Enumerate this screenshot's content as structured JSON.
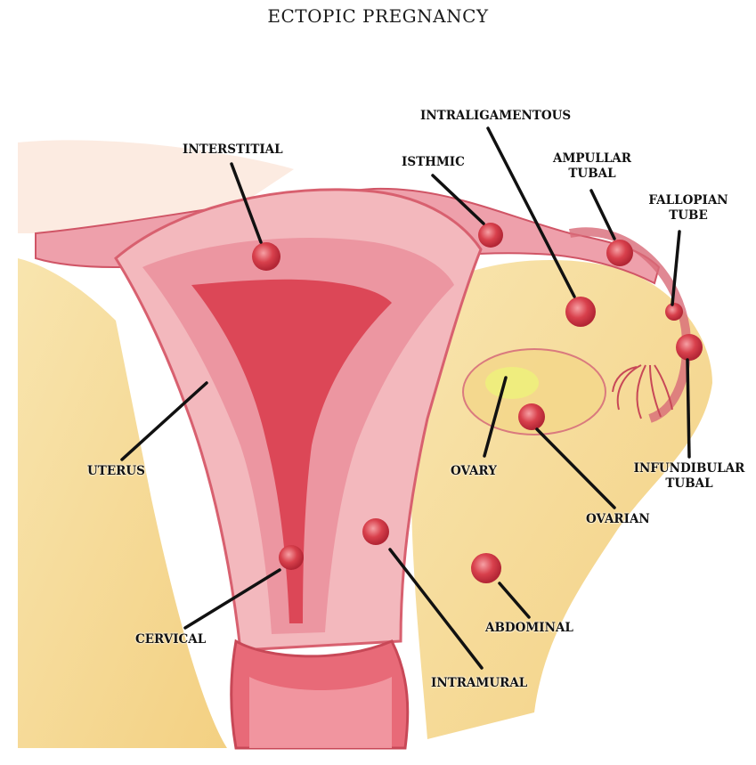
{
  "title": "ECTOPIC PREGNANCY",
  "labels": {
    "interstitial": "INTERSTITIAL",
    "isthmic": "ISTHMIC",
    "intraligamentous": "INTRALIGAMENTOUS",
    "ampullar_line1": "AMPULLAR",
    "ampullar_line2": "TUBAL",
    "fallopian_line1": "FALLOPIAN",
    "fallopian_line2": "TUBE",
    "uterus": "UTERUS",
    "ovary": "OVARY",
    "infundibular_line1": "INFUNDIBULAR",
    "infundibular_line2": "TUBAL",
    "ovarian": "OVARIAN",
    "abdominal": "ABDOMINAL",
    "cervical": "CERVICAL",
    "intramural": "INTRAMURAL"
  },
  "colors": {
    "background": "#ffffff",
    "tissue_yellow": "#f3d27a",
    "uterus_pink": "#f2b2b8",
    "uterus_wall": "#e46f7e",
    "cavity_red": "#d9394a",
    "sac_red": "#d8404c",
    "leader_line": "#111111"
  }
}
